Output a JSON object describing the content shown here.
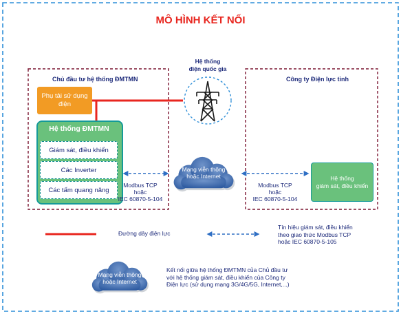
{
  "diagram": {
    "title": "MÔ HÌNH KẾT NỐI",
    "investor_section": {
      "title": "Chủ đầu tư hệ thống ĐMTMN",
      "load_box": "Phụ tải sử dụng điện",
      "system_title": "Hệ thống ĐMTMN",
      "components": [
        "Giám sát, điều khiển",
        "Các Inverter",
        "Các tấm quang năng"
      ]
    },
    "grid": {
      "label_line1": "Hệ thống",
      "label_line2": "điện quốc gia",
      "icon": "power-tower-icon"
    },
    "power_company_section": {
      "title": "Công ty Điện lực tỉnh",
      "system_box_line1": "Hệ thống",
      "system_box_line2": "giám sát, điều khiển"
    },
    "cloud_center": {
      "line1": "Mạng viễn thông",
      "line2": "hoặc Internet"
    },
    "protocol_left": {
      "line1": "Modbus TCP",
      "line2": "hoặc",
      "line3": "IEC 60870-5-104"
    },
    "protocol_right": {
      "line1": "Modbus TCP",
      "line2": "hoặc",
      "line3": "IEC 60870-5-104"
    },
    "legend": {
      "power_line_label": "Đường dây điện lực",
      "signal_line1": "Tín hiệu giám sát, điều khiển",
      "signal_line2": "theo giao thức Modbus TCP",
      "signal_line3": "hoặc IEC 60870-5-105",
      "cloud_line1": "Mạng viễn thông",
      "cloud_line2": "hoặc Internet",
      "connection_line1": "Kết nối giữa hệ thống ĐMTMN của Chủ đầu tư",
      "connection_line2": "với hệ thống giám sát, điều khiển của Công ty",
      "connection_line3": "Điện lực  (sử dụng mạng 3G/4G/5G, Internet,...)"
    },
    "colors": {
      "title": "#e8261f",
      "frame": "#2f8fd8",
      "section_border": "#7a1530",
      "text": "#1d2a7a",
      "power_line": "#e8261f",
      "signal_arrow": "#2f6fc4",
      "orange": "#f29b24",
      "green": "#6ac17c",
      "teal": "#159a98"
    }
  }
}
